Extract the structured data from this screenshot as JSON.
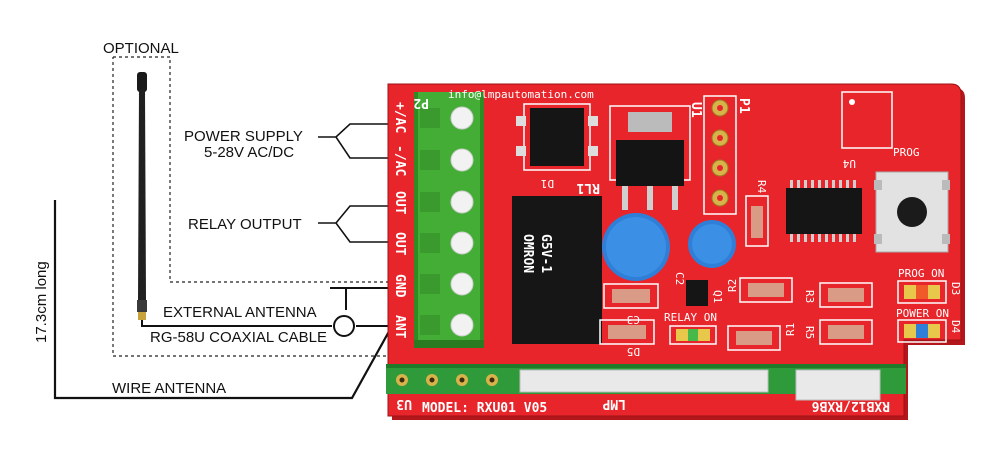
{
  "labels": {
    "optional": "OPTIONAL",
    "power_supply": "POWER SUPPLY",
    "voltage": "5-28V AC/DC",
    "relay_output": "RELAY OUTPUT",
    "external_antenna": "EXTERNAL ANTENNA",
    "coax_cable": "RG-58U COAXIAL CABLE",
    "wire_antenna": "WIRE ANTENNA",
    "wire_length": "17.3cm long"
  },
  "board": {
    "email": "info@lmpautomation.com",
    "terminal_block": "P2",
    "pins": [
      "+/AC",
      "-/AC",
      "OUT",
      "OUT",
      "GND",
      "ANT"
    ],
    "relay_brand": "OMRON",
    "relay_model": "G5V-1",
    "relay_ref": "RL1",
    "regulator_ref": "U1",
    "header_ref": "P1",
    "eeprom_ref": "U4",
    "diode_ref": "D1",
    "prog_button_label": "PROG",
    "prog_on_label": "PROG ON",
    "power_on_label": "POWER ON",
    "relay_on_label": "RELAY ON",
    "refs": [
      "R4",
      "C2",
      "Q1",
      "R2",
      "R3",
      "C3",
      "D5",
      "R1",
      "R5",
      "D3",
      "D4",
      "U3"
    ],
    "model": "MODEL: RXU01 V05",
    "logo": "LMP",
    "module_label": "RXB12/RXB6"
  },
  "colors": {
    "pcb": "#e8252b",
    "terminal": "#3aa02e",
    "capacitor": "#2f7fd8"
  }
}
